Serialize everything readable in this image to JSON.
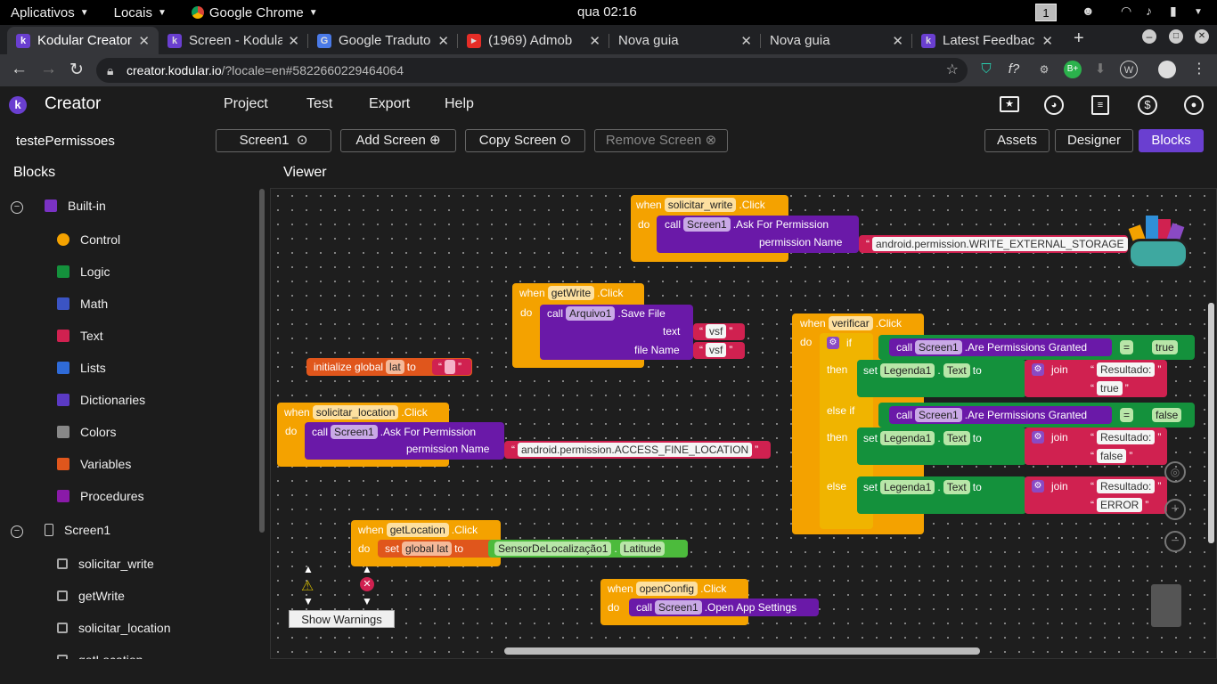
{
  "os": {
    "menus": [
      "Aplicativos",
      "Locais",
      "Google Chrome"
    ],
    "clock": "qua 02:16",
    "workspace": "1"
  },
  "browser": {
    "tabs": [
      {
        "title": "Kodular Creator",
        "icon": "k",
        "color": "#6a3fd0",
        "active": true
      },
      {
        "title": "Screen - Kodula",
        "icon": "k",
        "color": "#6a3fd0"
      },
      {
        "title": "Google Traduto",
        "icon": "G",
        "color": "#4a7ae8"
      },
      {
        "title": "(1969) Admob",
        "icon": "▶",
        "color": "#e52d27"
      },
      {
        "title": "Nova guia",
        "icon": "",
        "color": ""
      },
      {
        "title": "Nova guia",
        "icon": "",
        "color": ""
      },
      {
        "title": "Latest Feedbac",
        "icon": "k",
        "color": "#6a3fd0"
      }
    ],
    "url_host": "creator.kodular.io",
    "url_rest": "/?locale=en#5822660229464064"
  },
  "header": {
    "app_name": "Creator",
    "menus": [
      "Project",
      "Test",
      "Export",
      "Help"
    ]
  },
  "toolbar": {
    "project_name": "testePermissoes",
    "screen_select": "Screen1",
    "add_screen": "Add Screen",
    "copy_screen": "Copy Screen",
    "remove_screen": "Remove Screen",
    "assets": "Assets",
    "designer": "Designer",
    "blocks": "Blocks"
  },
  "panels": {
    "blocks_title": "Blocks",
    "viewer_title": "Viewer"
  },
  "tree": {
    "builtin_label": "Built-in",
    "builtin": [
      {
        "label": "Control",
        "color": "#f4a200"
      },
      {
        "label": "Logic",
        "color": "#14913c"
      },
      {
        "label": "Math",
        "color": "#3b54c4"
      },
      {
        "label": "Text",
        "color": "#d02150"
      },
      {
        "label": "Lists",
        "color": "#2f6bd8"
      },
      {
        "label": "Dictionaries",
        "color": "#5b3ac4"
      },
      {
        "label": "Colors",
        "color": "#888888"
      },
      {
        "label": "Variables",
        "color": "#e0561c"
      },
      {
        "label": "Procedures",
        "color": "#8a1aa8"
      }
    ],
    "screen_label": "Screen1",
    "components": [
      "solicitar_write",
      "getWrite",
      "solicitar_location",
      "getLocation"
    ]
  },
  "blocks": {
    "when": "when",
    "do": "do",
    "call": "call",
    "click": ".Click",
    "b1": {
      "comp": "solicitar_write",
      "target": "Screen1",
      "method": ".Ask For Permission",
      "param": "permission Name",
      "value": "android.permission.WRITE_EXTERNAL_STORAGE"
    },
    "b2": {
      "comp": "getWrite",
      "target": "Arquivo1",
      "method": ".Save File",
      "p1": "text",
      "v1": "vsf",
      "p2": "file Name",
      "v2": "vsf"
    },
    "b3": {
      "label": "initialize global",
      "name": "lat",
      "to": "to"
    },
    "b4": {
      "comp": "solicitar_location",
      "target": "Screen1",
      "method": ".Ask For Permission",
      "param": "permission Name",
      "value": "android.permission.ACCESS_FINE_LOCATION"
    },
    "b5": {
      "comp": "getLocation",
      "set": "set",
      "var": "global lat",
      "to": "to",
      "sensor": "SensorDeLocalização1",
      "prop": "Latitude"
    },
    "b6": {
      "comp": "openConfig",
      "target": "Screen1",
      "method": ".Open App Settings"
    },
    "b7": {
      "comp": "verificar",
      "if": "if",
      "then": "then",
      "elseif": "else if",
      "else": "else",
      "target": "Screen1",
      "method": ".Are Permissions Granted",
      "eq": "=",
      "v_true": "true",
      "v_false": "false",
      "set": "set",
      "label": "Legenda1",
      "prop": "Text",
      "to": "to",
      "join": "join",
      "res": "Resultado:",
      "t1": "true",
      "t2": "false",
      "t3": "ERROR"
    },
    "show_warnings": "Show Warnings"
  }
}
